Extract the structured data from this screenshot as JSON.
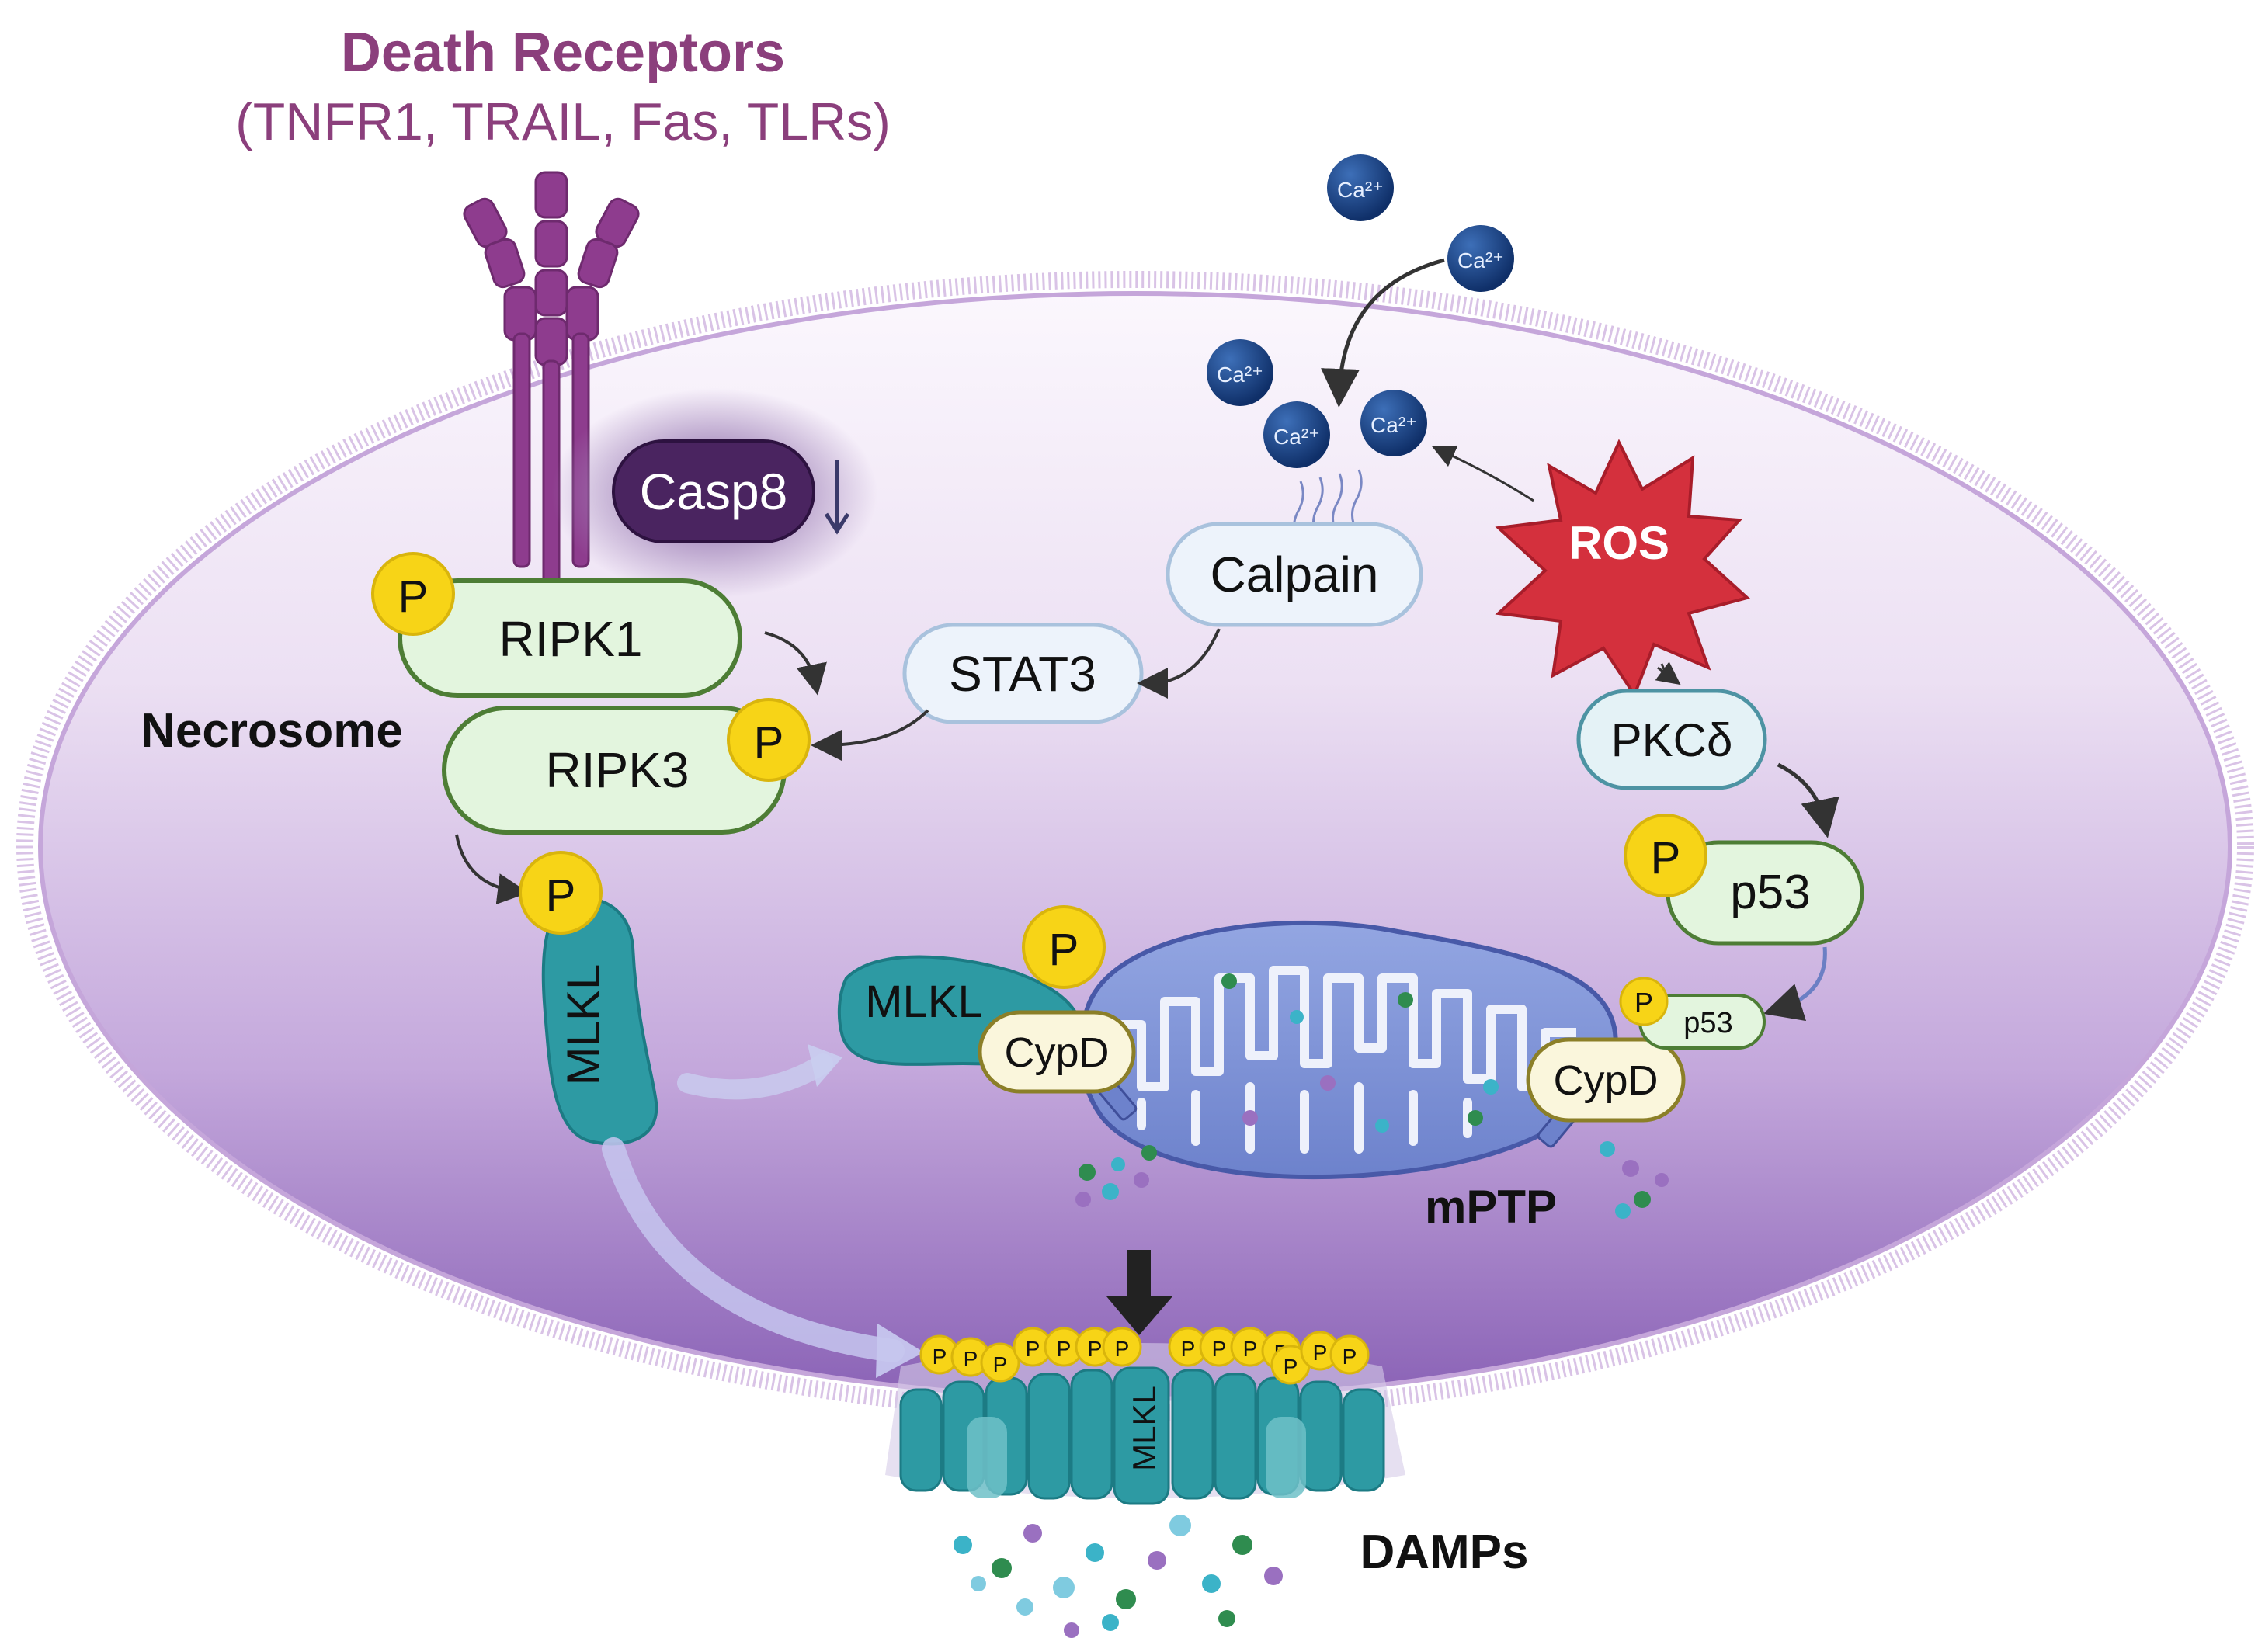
{
  "title": {
    "heading": "Death Receptors",
    "subheading": "(TNFR1, TRAIL, Fas, TLRs)"
  },
  "labels": {
    "casp8": "Casp8",
    "ripk1": "RIPK1",
    "ripk3": "RIPK3",
    "necrosome": "Necrosome",
    "mlkl": "MLKL",
    "calpain": "Calpain",
    "stat3": "STAT3",
    "ros": "ROS",
    "pkc": "PKCδ",
    "p53": "p53",
    "cypd": "CypD",
    "mptp": "mPTP",
    "damps": "DAMPs",
    "phospho": "P",
    "calcium": "Ca²⁺"
  },
  "colors": {
    "receptor": "#8e3c8e",
    "title": "#8b3f7c",
    "cell_fill_light": "#f6eef9",
    "cell_fill_dark": "#8d63b8",
    "membrane": "#c9aedc",
    "protein_green": "#e3f5de",
    "protein_green_border": "#4d7d35",
    "phospho_yellow": "#f7d417",
    "mlkl_teal": "#2d9aa3",
    "mito_blue": "#7f94d8",
    "ros_red": "#d4303d",
    "calcium_blue": "#123a78",
    "node_blue_fill": "#edf3fb",
    "node_blue_border": "#a9c2dd",
    "pkc_fill": "#e4f2f6",
    "pkc_border": "#4d93a3",
    "cypd_fill": "#faf6dc",
    "cypd_border": "#8b7f28"
  }
}
